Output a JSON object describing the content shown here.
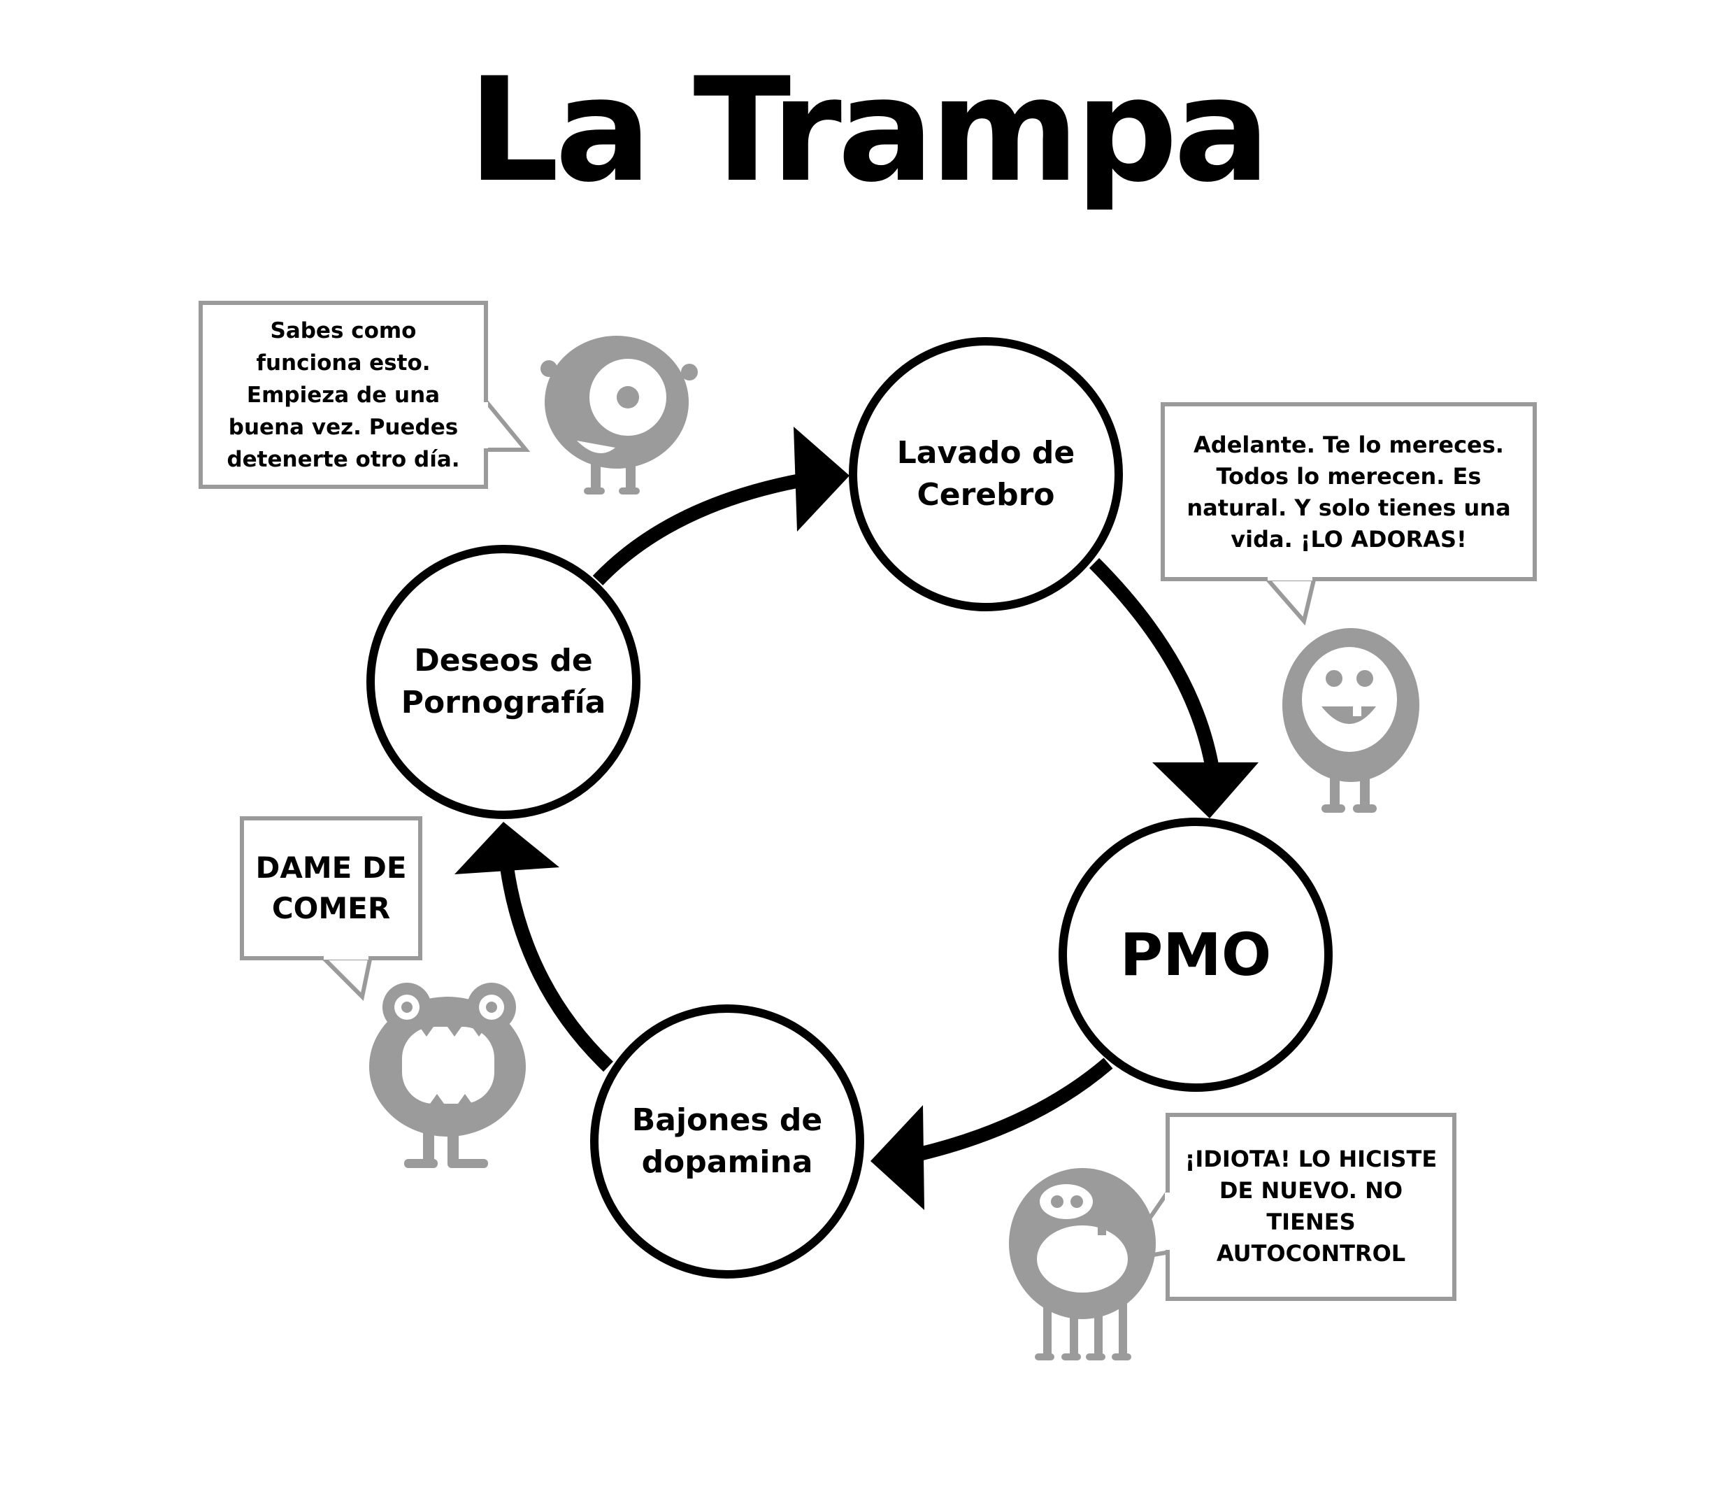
{
  "title": "La Trampa",
  "nodes": {
    "lavado": "Lavado de\nCerebro",
    "pmo": "PMO",
    "bajones": "Bajones de\ndopamina",
    "deseos": "Deseos de\nPornografía"
  },
  "bubbles": {
    "top_left": "Sabes como\nfunciona esto.\nEmpieza de una\nbuena vez. Puedes\ndetenerte otro día.",
    "top_right": "Adelante. Te lo mereces.\nTodos lo merecen. Es\nnatural. Y solo tienes una\nvida. ¡LO ADORAS!",
    "left": "DAME DE\nCOMER",
    "bottom_right": "¡IDIOTA! LO HICISTE\nDE NUEVO. NO\nTIENES\nAUTOCONTROL"
  },
  "colors": {
    "ink": "#000000",
    "monster": "#9b9b9b",
    "bubble_border": "#9a9a9a",
    "background": "#ffffff"
  },
  "icons": [
    "one-eyed-monster-icon",
    "smiling-monster-icon",
    "big-mouth-monster-icon",
    "shouting-monster-icon"
  ]
}
